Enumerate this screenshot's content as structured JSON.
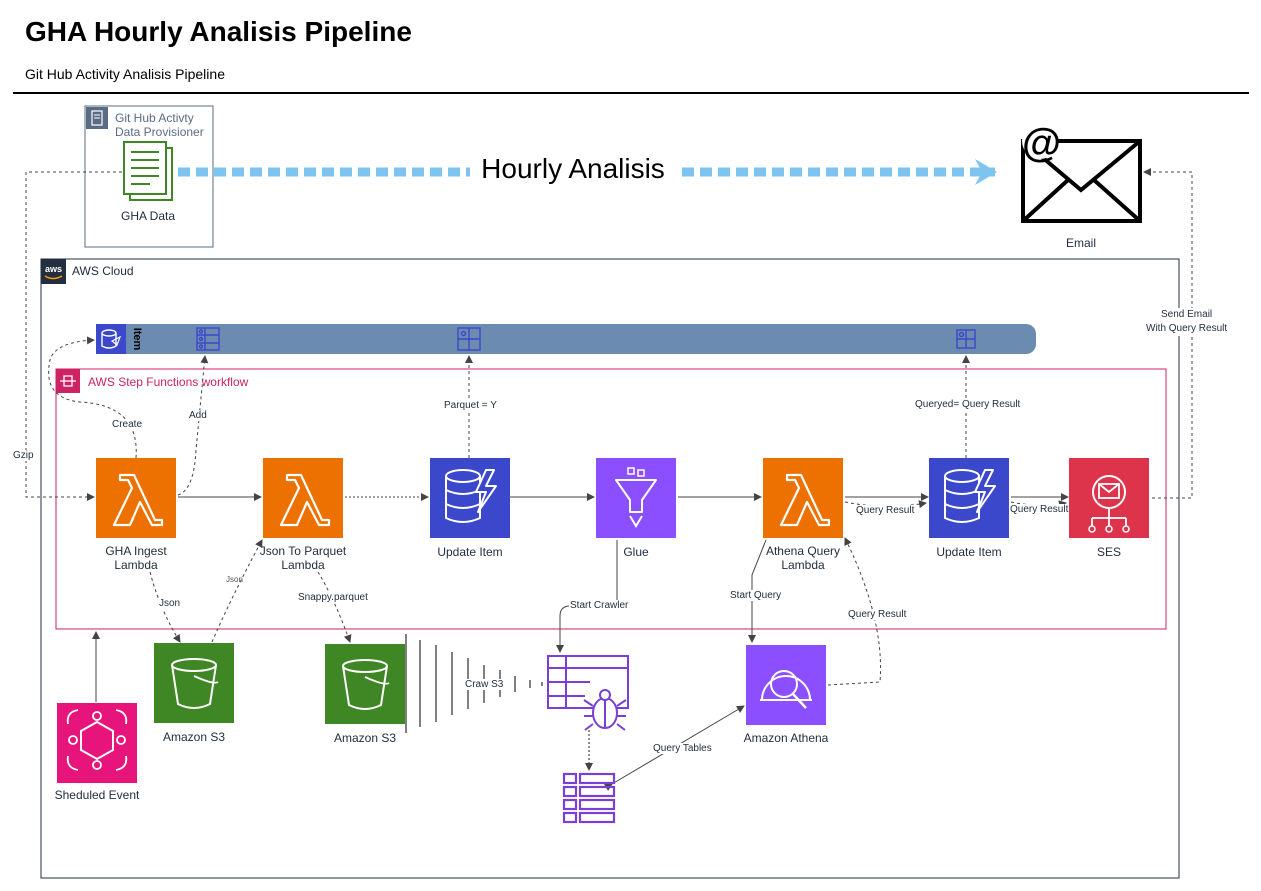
{
  "header": {
    "title": "GHA Hourly Analisis Pipeline",
    "subtitle": "Git Hub Activity Analisis Pipeline"
  },
  "provisioner": {
    "group_label": "Git Hub Activty\nData Provisioner",
    "data_label": "GHA Data"
  },
  "hourly_label": "Hourly Analisis",
  "email": {
    "label": "Email"
  },
  "aws_cloud": {
    "label": "AWS Cloud"
  },
  "step_functions": {
    "label": "AWS Step Functions workflow"
  },
  "dynamo_table": {
    "item_tag": "Item"
  },
  "services": {
    "ingest_lambda": "GHA Ingest\nLambda",
    "parquet_lambda": "Json To Parquet\nLambda",
    "update_item_1": "Update Item",
    "glue": "Glue",
    "athena_lambda": "Athena Query\nLambda",
    "update_item_2": "Update Item",
    "ses": "SES",
    "s3_json": "Amazon S3",
    "s3_parquet": "Amazon S3",
    "athena": "Amazon Athena",
    "scheduled_event": "Sheduled Event"
  },
  "edges": {
    "gzip": "Gzip",
    "create": "Create",
    "add": "Add",
    "parquet_y": "Parquet = Y",
    "queryed": "Queryed= Query Result",
    "send_email": "Send Email\nWith Query Result",
    "json": "Json",
    "json_small": "Json",
    "snappy": "Snappy.parquet",
    "start_crawler": "Start Crawler",
    "start_query": "Start Query",
    "query_result_1": "Query Result",
    "query_result_2": "Query Result",
    "query_result_3": "Query Result",
    "craw_s3": "Craw S3",
    "query_tables": "Query Tables"
  },
  "colors": {
    "lambda": "#ed7100",
    "dynamodb": "#3b48cc",
    "glue": "#8c4fff",
    "ses": "#dd344c",
    "s3": "#3f8624",
    "athena": "#8c4fff",
    "eventbridge": "#e7157b",
    "step_functions_border": "#cd2264",
    "dynamo_bar": "#6b8bb0",
    "hourly_arrow": "#7ec4f0"
  }
}
